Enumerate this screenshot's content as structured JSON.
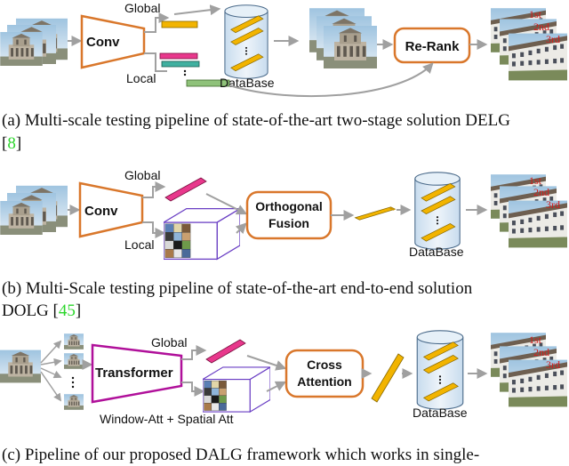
{
  "panel_a": {
    "caption_line1": "(a) Multi-scale testing pipeline of state-of-the-art two-stage solution DELG",
    "caption_line2_open": "[",
    "caption_cite": "8",
    "caption_line2_close": "]",
    "conv_label": "Conv",
    "global_label": "Global",
    "local_label": "Local",
    "database_label": "DataBase",
    "rerank_label": "Re-Rank",
    "rank_labels": [
      "1st",
      "2nd",
      "3rd"
    ]
  },
  "panel_b": {
    "caption_line1": "(b) Multi-Scale testing pipeline of state-of-the-art end-to-end solution",
    "caption_line2_text": "DOLG [",
    "caption_cite": "45",
    "caption_line2_close": "]",
    "conv_label": "Conv",
    "global_label": "Global",
    "local_label": "Local",
    "fusion_label_line1": "Orthogonal",
    "fusion_label_line2": "Fusion",
    "database_label": "DataBase",
    "rank_labels": [
      "1st",
      "2nd",
      "3rd"
    ]
  },
  "panel_c": {
    "caption_line1": "(c) Pipeline of our proposed DALG framework which works in single-",
    "transformer_label": "Transformer",
    "global_label": "Global",
    "window_att_label": "Window-Att + Spatial Att",
    "cross_label_line1": "Cross",
    "cross_label_line2": "Attention",
    "database_label": "DataBase",
    "rank_labels": [
      "1st",
      "2nd",
      "3rd"
    ]
  },
  "colors": {
    "conv_orange": "#d9772b",
    "transformer_magenta": "#b0109a",
    "gold_bar": "#f2b400",
    "pink_bar": "#e8388c",
    "green_bar": "#8fc27a",
    "arrow_gray": "#a0a0a0",
    "db_fill": "#d9e8f5",
    "rank_red": "#d41b1b",
    "cite_green": "#2bd62b"
  }
}
